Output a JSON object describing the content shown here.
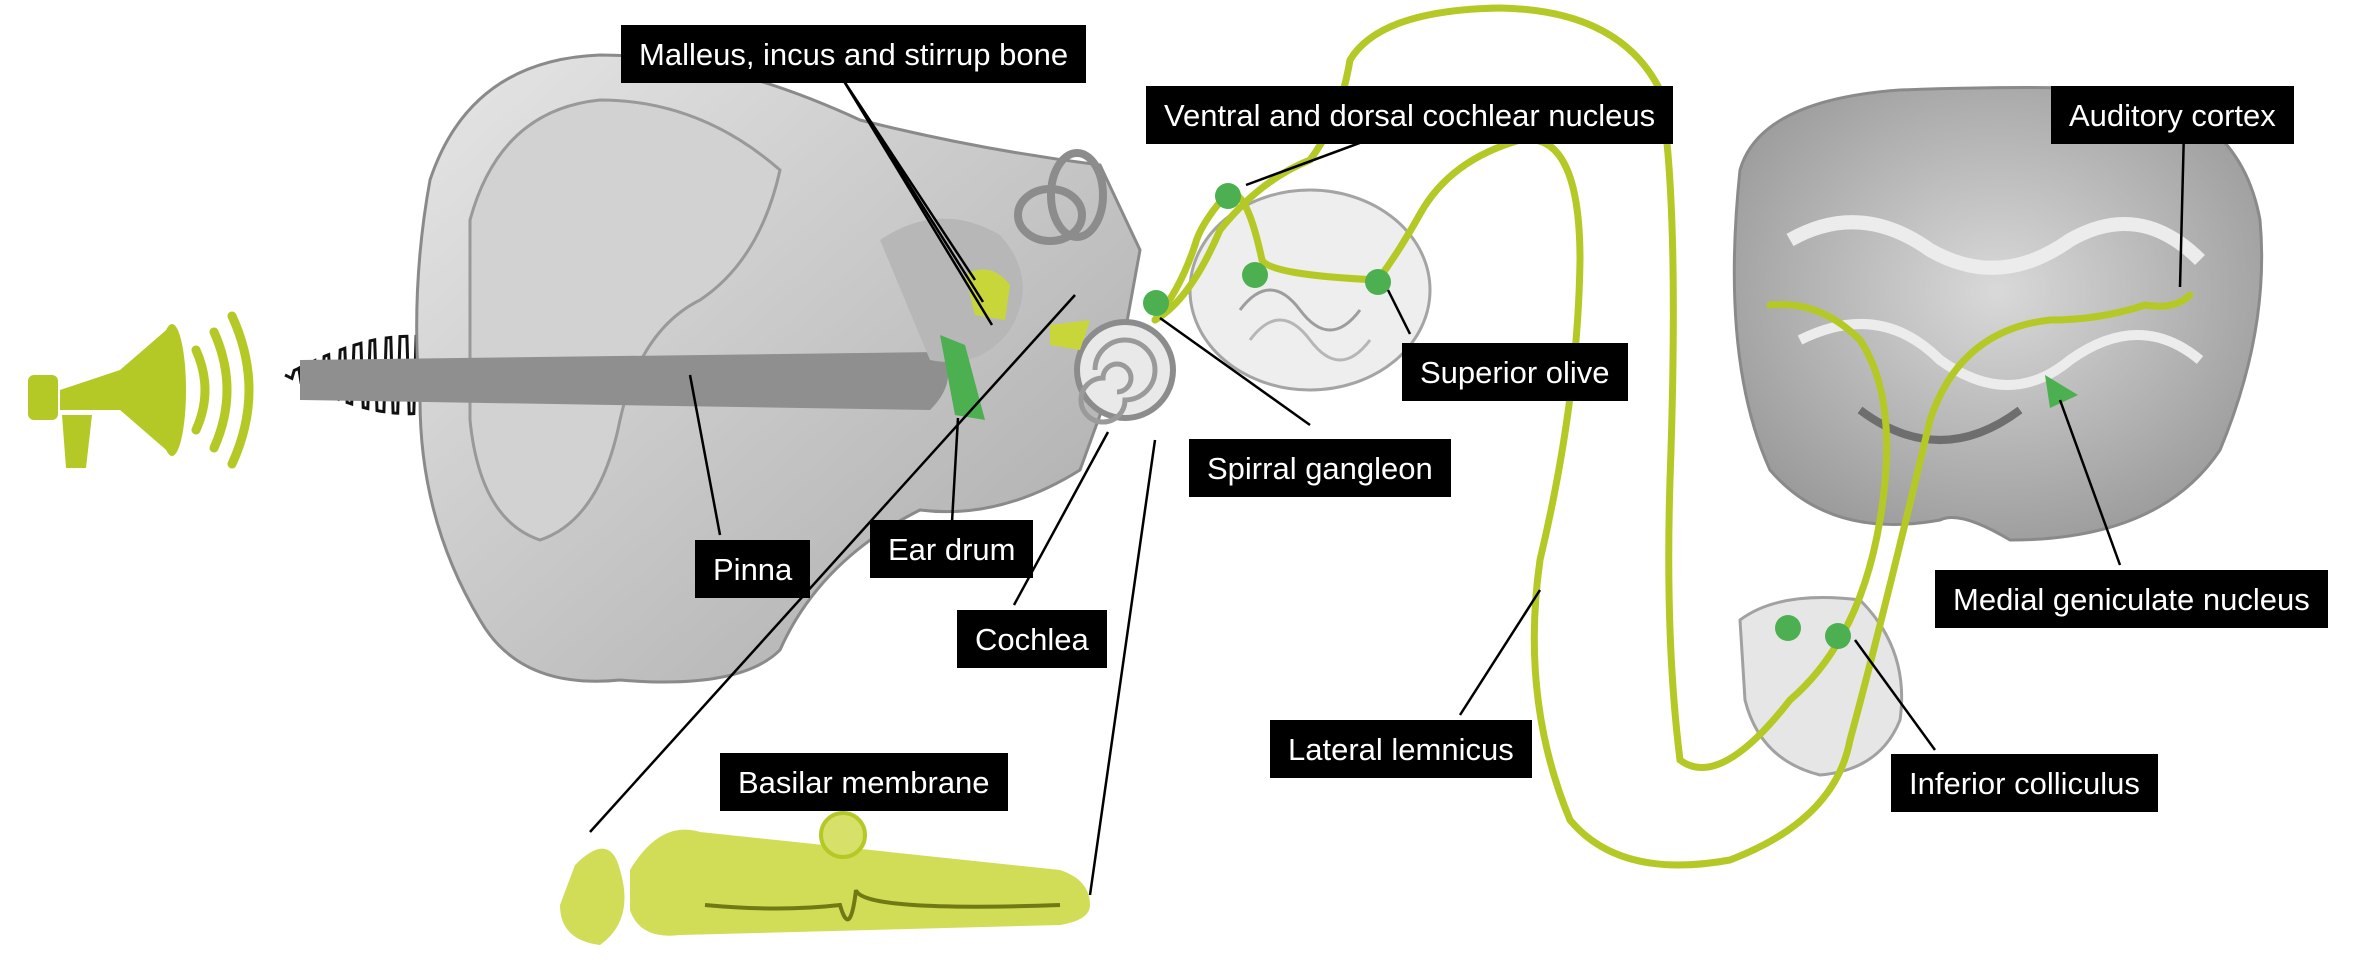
{
  "labels": {
    "ossicles": "Malleus, incus and stirrup bone",
    "cochlear_nucleus": "Ventral and dorsal cochlear nucleus",
    "auditory_cortex": "Auditory cortex",
    "superior_olive": "Superior olive",
    "spiral_ganglion": "Spirral gangleon",
    "medial_geniculate": "Medial geniculate nucleus",
    "pinna": "Pinna",
    "ear_drum": "Ear drum",
    "cochlea": "Cochlea",
    "lateral_lemniscus": "Lateral lemnicus",
    "inferior_colliculus": "Inferior colliculus",
    "basilar_membrane": "Basilar membrane"
  },
  "colors": {
    "pathway": "#b5c926",
    "nucleus": "#4caf50",
    "label_bg": "#000000",
    "label_text": "#ffffff",
    "anatomy": "#c8c8c8"
  },
  "icons": {
    "sound_source": "megaphone-icon",
    "waveform": "sound-wave-icon"
  }
}
